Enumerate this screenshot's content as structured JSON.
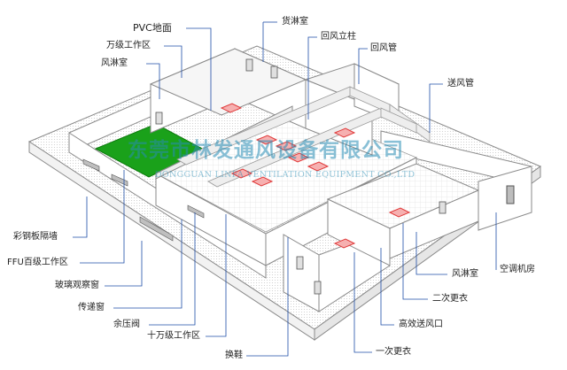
{
  "labels": {
    "pvc_floor": "PVC地面",
    "cargo_shower": "货淋室",
    "class_10k_area": "万级工作区",
    "return_air_column": "回风立柱",
    "air_shower_top": "风淋室",
    "return_air_duct": "回风管",
    "supply_air_duct": "送风管",
    "color_steel_wall": "彩钢板隔墙",
    "ffu_class_100": "FFU百级工作区",
    "glass_window": "玻璃观察窗",
    "pass_box": "传递窗",
    "air_shower_right": "风淋室",
    "ac_room": "空调机房",
    "pressure_valve": "余压阀",
    "secondary_changing": "二次更衣",
    "hepa_outlet": "高效送风口",
    "class_100k_area": "十万级工作区",
    "shoe_change": "换鞋",
    "primary_changing": "一次更衣"
  },
  "watermark": {
    "company_cn": "东莞市林发通风设备有限公司",
    "company_en": "DONGGUAN LINFA VENTILATION EQUIPMENT CO.,LTD"
  },
  "colors": {
    "line": "#1f4ea8",
    "wall": "#7a7a7a",
    "green_room": "#1aa11a",
    "duct_red": "#e03a3a",
    "watermark": "#3a9ac0"
  }
}
